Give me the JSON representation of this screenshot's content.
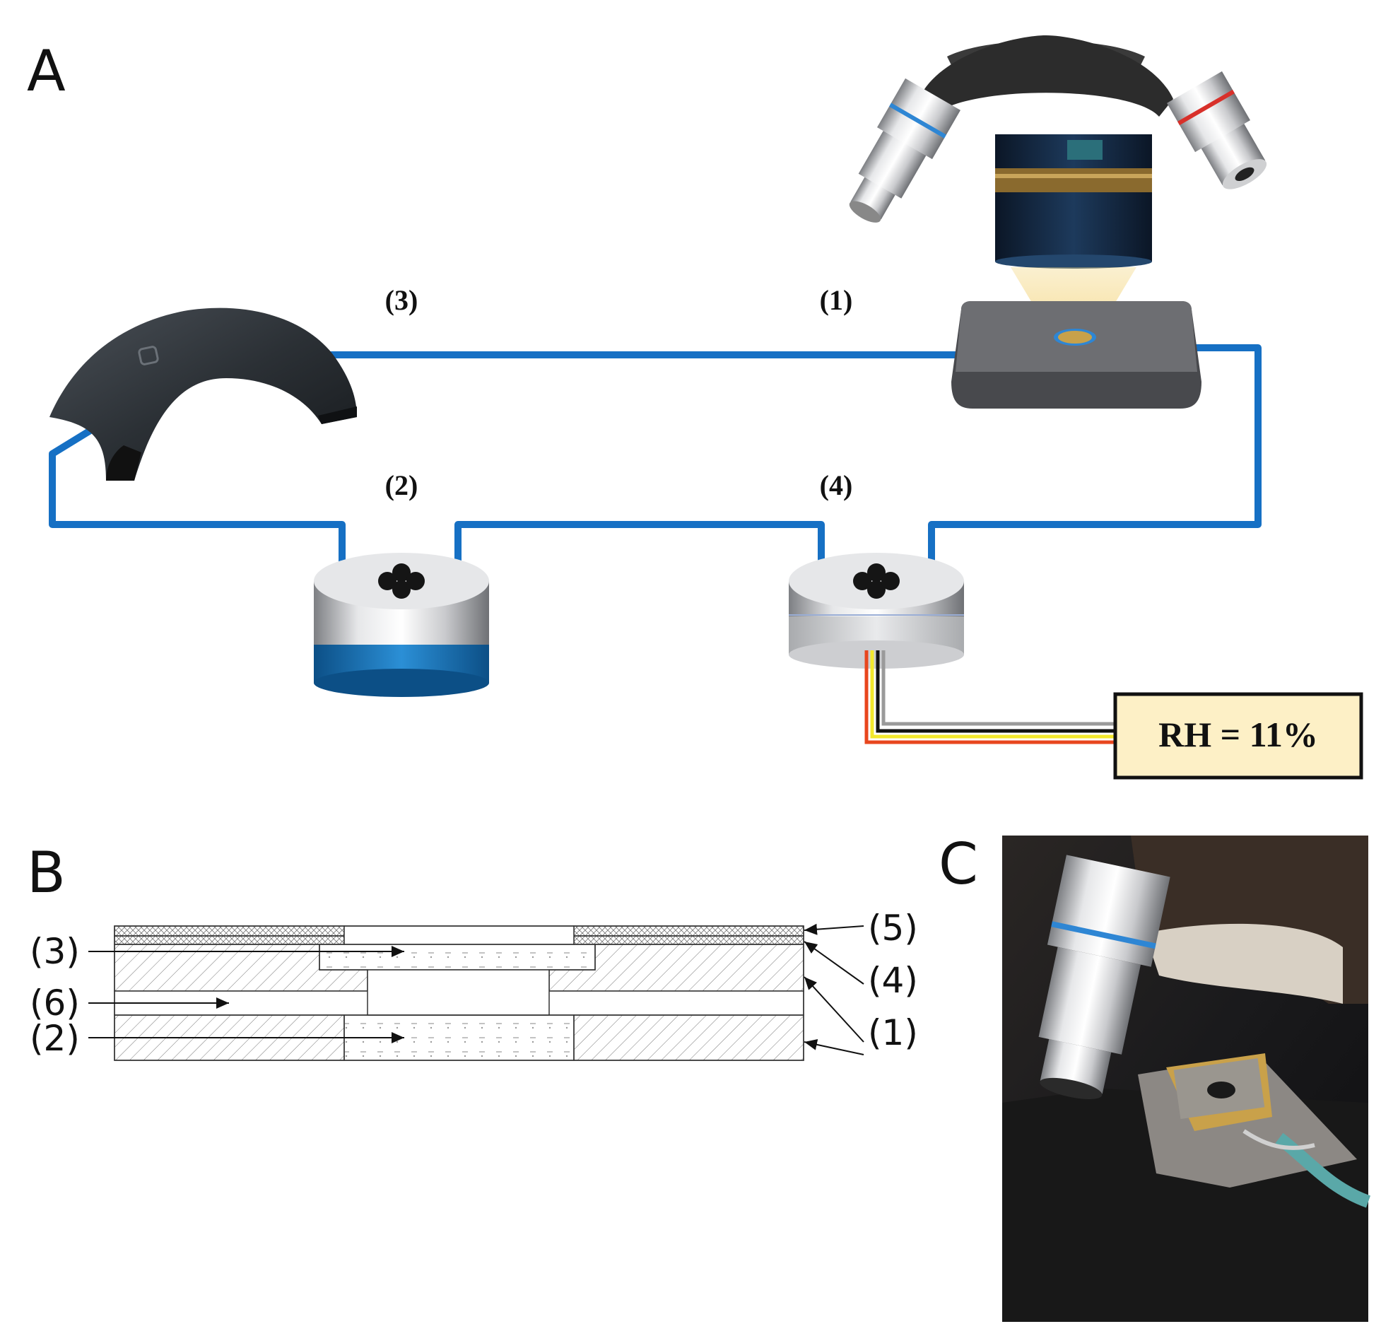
{
  "panels": {
    "a": {
      "letter": "A",
      "labels": [
        "(3)",
        "(1)",
        "(2)",
        "(4)"
      ],
      "sensor_readout": "RH = 11%"
    },
    "b": {
      "letter": "B",
      "left_labels": [
        "(3)",
        "(6)",
        "(2)"
      ],
      "right_labels": [
        "(5)",
        "(4)",
        "(1)"
      ]
    },
    "c": {
      "letter": "C"
    }
  },
  "colors": {
    "tube": "#1670c4",
    "pump": "#2e3338",
    "stage": "#5c5e62",
    "readout_fill": "#fdf0c6",
    "photo_background": "#1b1b1b"
  },
  "icons": [
    "air-pump-icon",
    "microscope-objective-icon",
    "humidity-chamber-icon",
    "humidity-sensor-icon"
  ]
}
